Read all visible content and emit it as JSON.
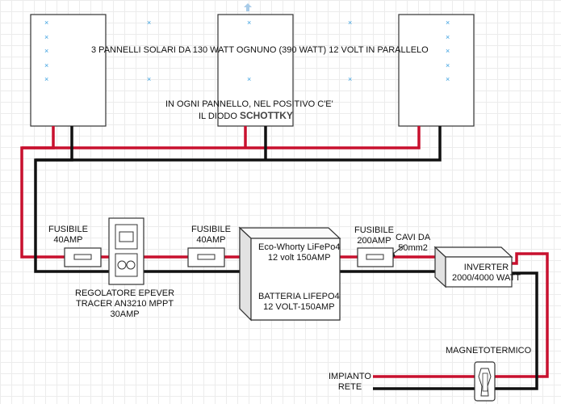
{
  "title": "3 PANNELLI SOLARI DA 130 WATT OGNUNO (390 WATT) 12 VOLT IN PARALLELO",
  "note": {
    "line1": "IN OGNI PANNELLO, NEL POSITIVO C'E'",
    "line2_prefix": "IL DIODO ",
    "line2_bold": "SCHOTTKY"
  },
  "fuse1": {
    "line1": "FUSIBILE",
    "line2": "40AMP"
  },
  "fuse2": {
    "line1": "FUSIBILE",
    "line2": "40AMP"
  },
  "fuse3": {
    "line1": "FUSIBILE",
    "line2": "200AMP"
  },
  "cables": {
    "line1": "CAVI DA",
    "line2": "50mm2"
  },
  "regulator": {
    "line1": "REGOLATORE EPEVER",
    "line2": "TRACER AN3210 MPPT",
    "line3": "30AMP"
  },
  "battery": {
    "line1": "Eco-Whorty LiFePo4",
    "line2": "12 volt   150AMP",
    "line3": "BATTERIA LIFEPO4",
    "line4": "12 VOLT-150AMP"
  },
  "inverter": {
    "line1": "INVERTER",
    "line2": "2000/4000 WATT"
  },
  "breaker": {
    "label": "MAGNETOTERMICO"
  },
  "grid": {
    "line1": "IMPIANTO",
    "line2": "RETE"
  },
  "colors": {
    "positive": "#c8102e",
    "negative": "#111111",
    "panel_dot": "#3aa0e0",
    "box_edge": "#333333"
  }
}
